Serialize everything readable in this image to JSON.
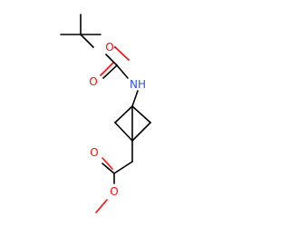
{
  "molecule": {
    "atoms": {
      "carbamate_ester_o": {
        "symbol": "O",
        "color": "#ff0d0d"
      },
      "carbamate_carbonyl_o": {
        "symbol": "O",
        "color": "#ff0d0d"
      },
      "nh": {
        "symbol": "NH",
        "color": "#3050f8"
      },
      "ester_carbonyl_o": {
        "symbol": "O",
        "color": "#ff0d0d"
      },
      "ester_methoxy_o": {
        "symbol": "O",
        "color": "#ff0d0d"
      }
    },
    "bond_color": "#000000"
  }
}
